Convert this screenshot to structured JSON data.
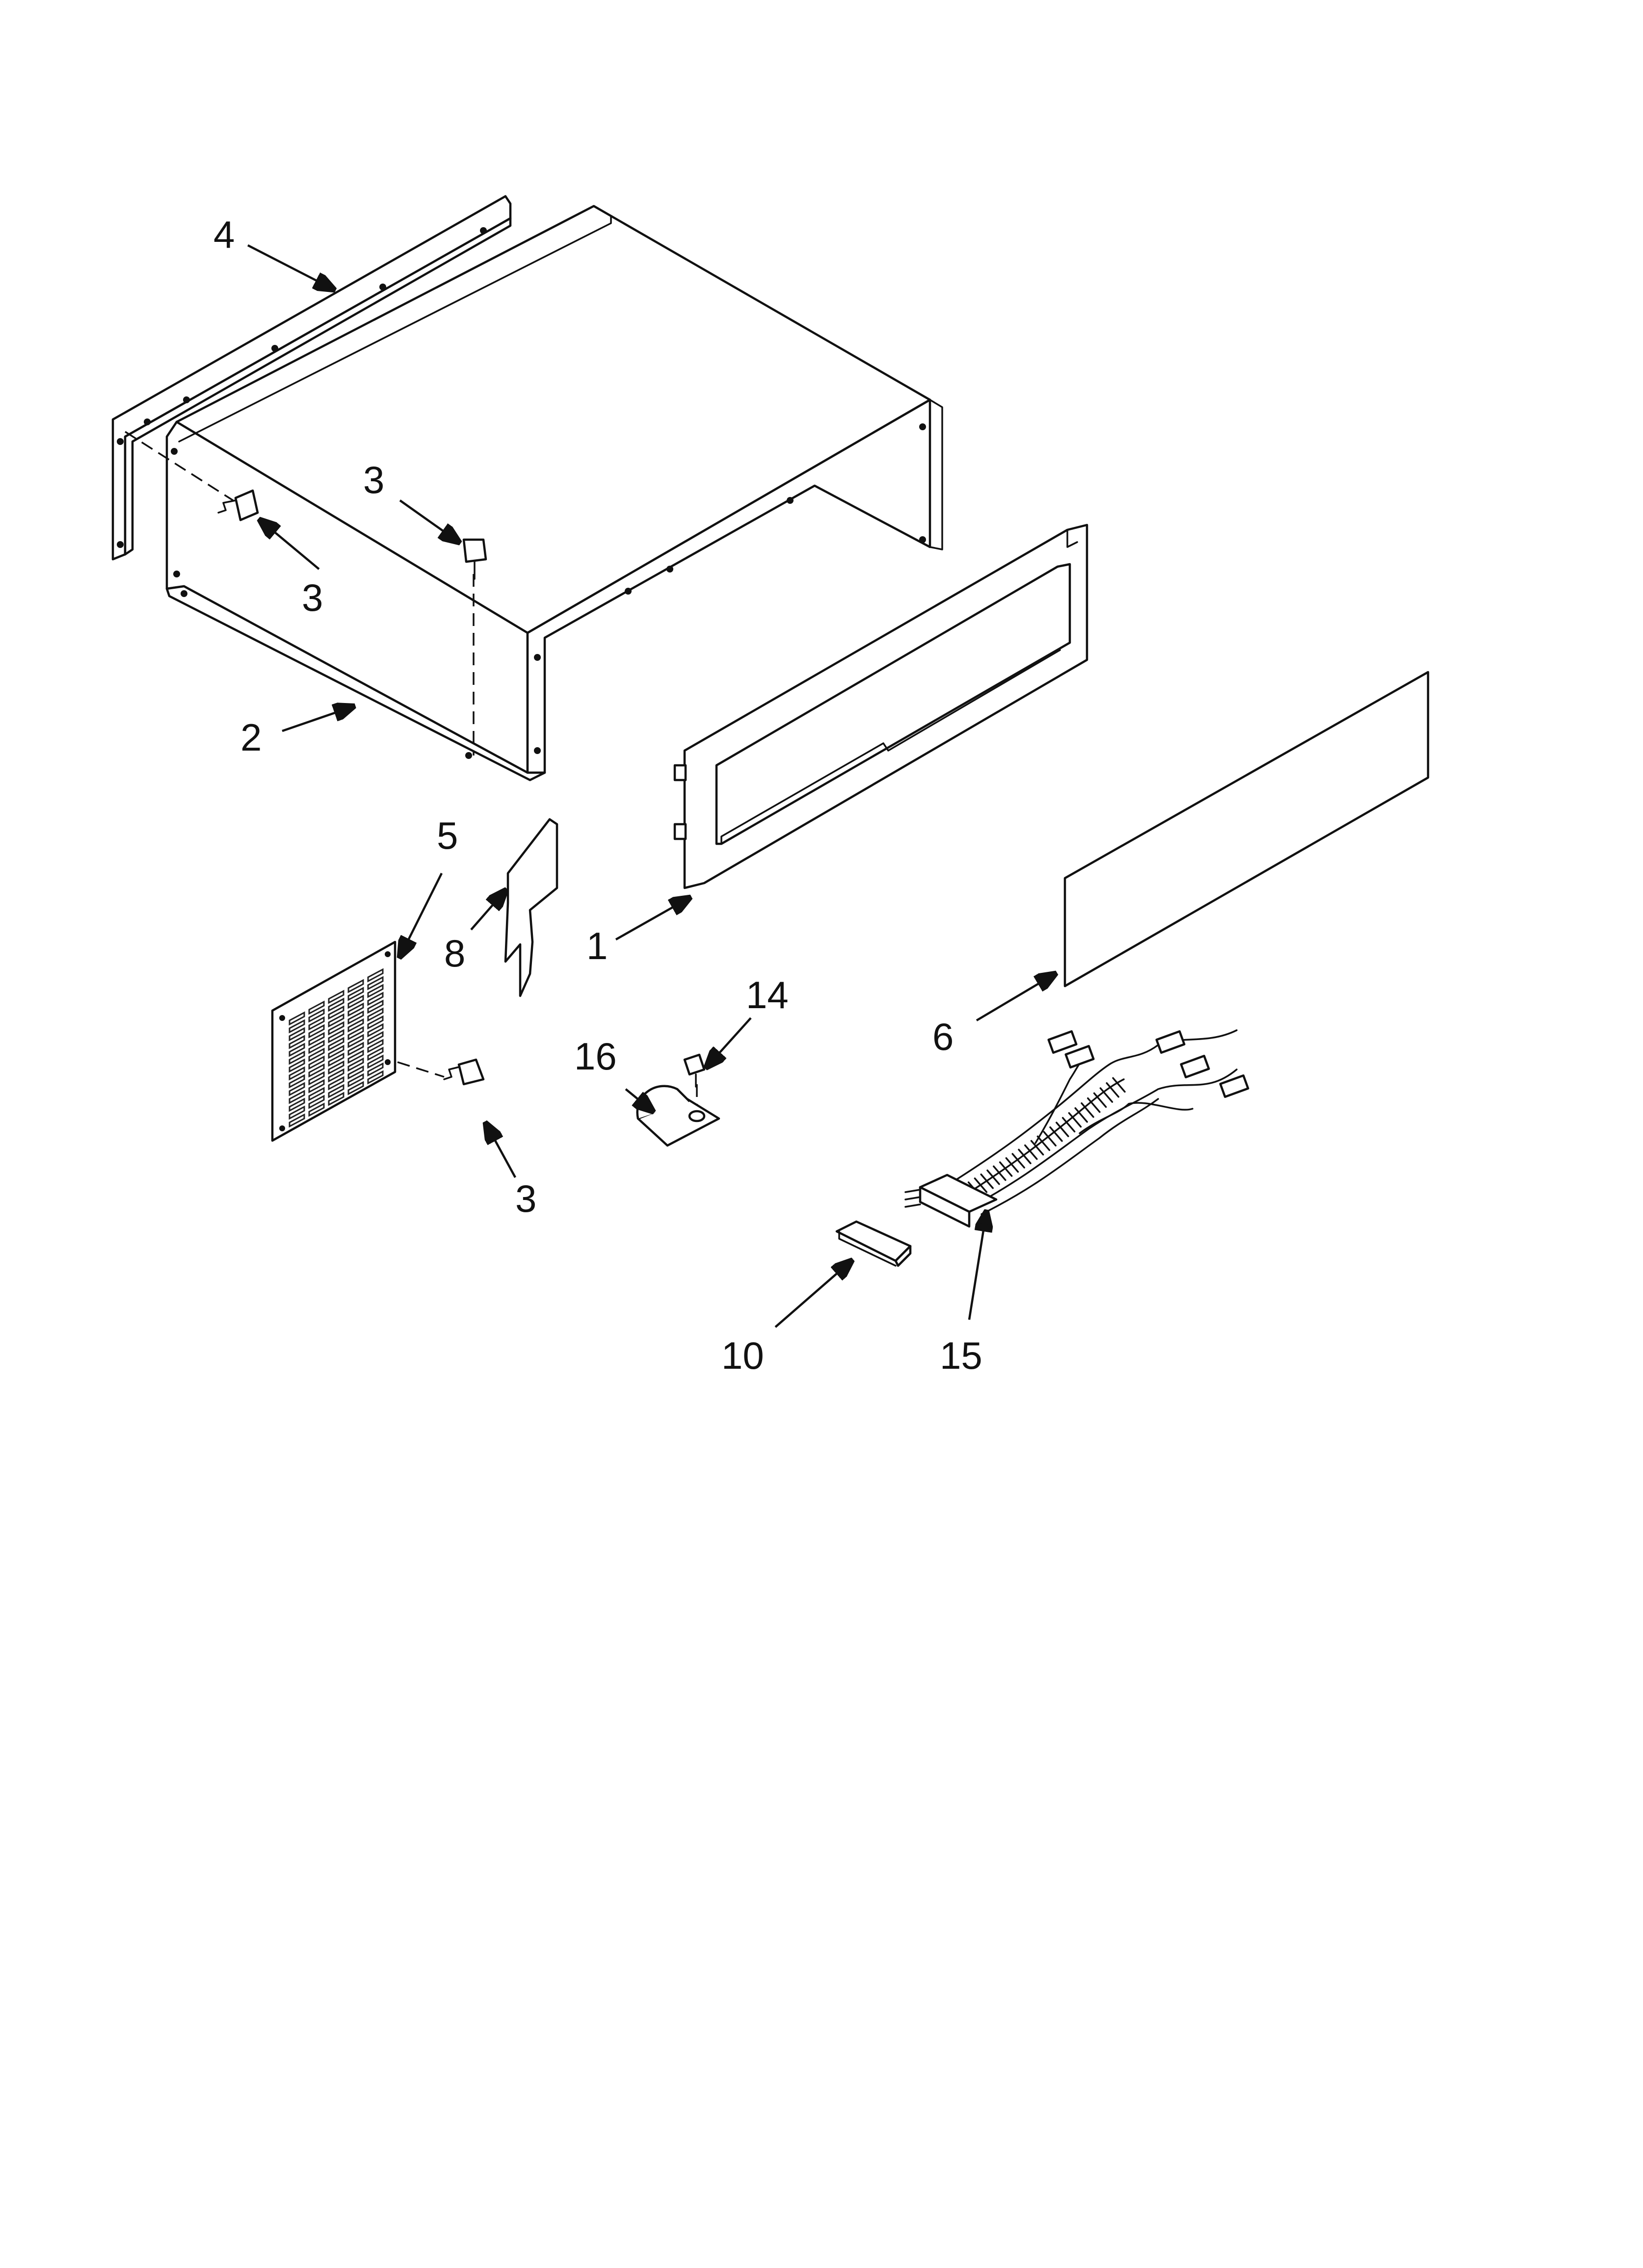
{
  "callouts": {
    "c1": "1",
    "c2": "2",
    "c3a": "3",
    "c3b": "3",
    "c3c": "3",
    "c4": "4",
    "c5": "5",
    "c6": "6",
    "c8": "8",
    "c10": "10",
    "c14": "14",
    "c15": "15",
    "c16": "16"
  },
  "colors": {
    "line": "#111111",
    "background": "#ffffff"
  }
}
